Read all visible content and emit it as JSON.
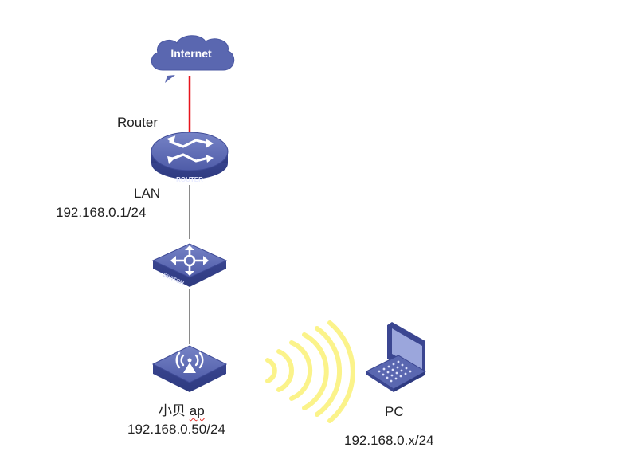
{
  "diagram": {
    "type": "network-topology",
    "colors": {
      "device_blue": "#5a67b0",
      "device_dark": "#3b4691",
      "wan_link": "#e8141c",
      "lan_link": "#8a8a8a",
      "wireless": "#fbf38a",
      "laptop_screen": "#9ba6dc"
    },
    "nodes": {
      "internet": {
        "icon": "cloud-icon",
        "label": "Internet"
      },
      "router": {
        "icon": "router-icon",
        "badge": "ROUTER",
        "name_label": "Router",
        "lan_label": "LAN",
        "ip": "192.168.0.1/24"
      },
      "switch": {
        "icon": "switch-icon",
        "badge": "SWITCH"
      },
      "ap": {
        "icon": "access-point-icon",
        "name_cjk": "小贝",
        "name_suffix": "ap",
        "ip": "192.168.0.50/24"
      },
      "pc": {
        "icon": "laptop-icon",
        "label": "PC",
        "ip": "192.168.0.x/24"
      }
    },
    "links": [
      {
        "from": "internet",
        "to": "router",
        "kind": "wan"
      },
      {
        "from": "router",
        "to": "switch",
        "kind": "lan"
      },
      {
        "from": "switch",
        "to": "ap",
        "kind": "lan"
      },
      {
        "from": "ap",
        "to": "pc",
        "kind": "wireless"
      }
    ]
  }
}
